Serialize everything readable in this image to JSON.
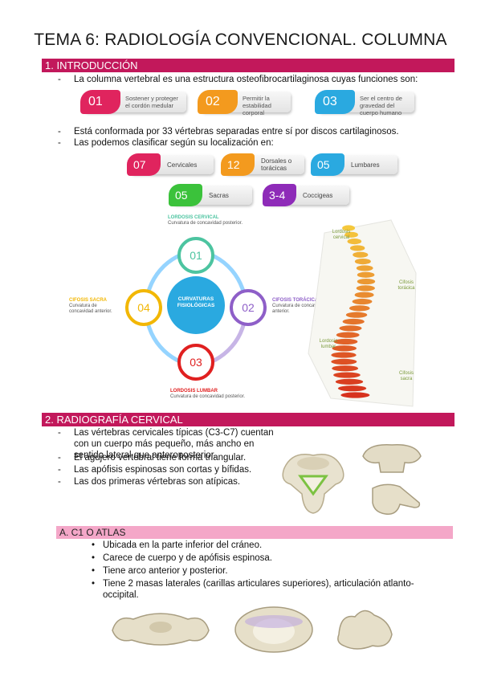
{
  "title": "TEMA 6: RADIOLOGÍA CONVENCIONAL. COLUMNA",
  "section1": {
    "heading": "1.  INTRODUCCIÓN",
    "bullet1": "La columna vertebral es una estructura osteofibrocartilaginosa cuyas funciones son:",
    "functions": [
      {
        "num": "01",
        "text": "Sostener y proteger el cordón medular",
        "color": "#e0245e"
      },
      {
        "num": "02",
        "text": "Permitir la estabilidad corporal",
        "color": "#f39a1e"
      },
      {
        "num": "03",
        "text": "Ser el centro de gravedad del cuerpo humano",
        "color": "#2aa9e0"
      }
    ],
    "bullet2": "Está conformada por 33 vértebras separadas entre sí por discos cartilaginosos.",
    "bullet3": "Las podemos clasificar según su localización en:",
    "regions": [
      {
        "num": "07",
        "text": "Cervicales",
        "color": "#e0245e"
      },
      {
        "num": "12",
        "text": "Dorsales o torácicas",
        "color": "#f39a1e"
      },
      {
        "num": "05",
        "text": "Lumbares",
        "color": "#2aa9e0"
      },
      {
        "num": "05",
        "text": "Sacras",
        "color": "#3bc23b"
      },
      {
        "num": "3-4",
        "text": "Coccigeas",
        "color": "#8e2bb8"
      }
    ],
    "curvatures": {
      "center": "CURVATURAS FISIOLÓGICAS",
      "nodes": [
        {
          "num": "01",
          "title": "LORDOSIS CERVICAL",
          "desc": "Curvatura de concavidad posterior.",
          "color": "#4cc4a0"
        },
        {
          "num": "02",
          "title": "CIFOSIS TORÁCICA",
          "desc": "Curvatura de concavidad anterior.",
          "color": "#8e5fc8"
        },
        {
          "num": "03",
          "title": "LORDOSIS LUMBAR",
          "desc": "Curvatura de concavidad posterior.",
          "color": "#e02020"
        },
        {
          "num": "04",
          "title": "CIFOSIS SACRA",
          "desc": "Curvatura de concavidad anterior.",
          "color": "#f2b705"
        }
      ]
    },
    "spine_labels": [
      "Lordosis cervical",
      "Cifosis torácica",
      "Lordosis lumbar",
      "Cifosis sacra"
    ]
  },
  "section2": {
    "heading": "2.  RADIOGRAFÍA CERVICAL",
    "bullets": [
      "Las vértebras cervicales típicas (C3-C7) cuentan con un cuerpo más pequeño, más ancho en sentido lateral que anteroposterior.",
      "El agujero vertebral tiene forma triangular.",
      "Las apófisis espinosas son cortas y bífidas.",
      "Las dos primeras vértebras son atípicas."
    ],
    "subsection": {
      "heading": "A.   C1 O ATLAS",
      "bullets": [
        "Ubicada en la parte inferior del cráneo.",
        "Carece de cuerpo y de apófisis espinosa.",
        "Tiene arco anterior y posterior.",
        "Tiene 2 masas laterales (carillas articulares superiores), articulación atlanto-occipital."
      ]
    }
  },
  "bullet_mark": "-",
  "dot_mark": "•",
  "colors": {
    "section": "#c2185b",
    "subsection": "#f4a7c8"
  }
}
